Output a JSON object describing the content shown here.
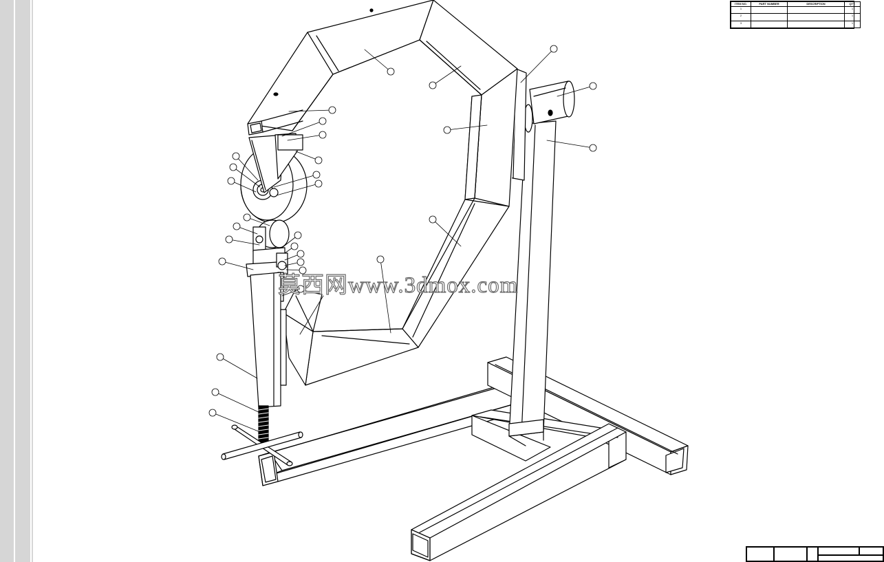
{
  "drawing": {
    "watermark": "莫西网www.3dmox.com"
  },
  "bom": {
    "headers": [
      "ITEM NO.",
      "PART NUMBER",
      "DESCRIPTION",
      "QTY."
    ],
    "rows": [
      {
        "item": "1",
        "part": "",
        "desc": "",
        "qty": "1"
      },
      {
        "item": "2",
        "part": "",
        "desc": "",
        "qty": "1"
      },
      {
        "item": "3",
        "part": "",
        "desc": "",
        "qty": "1"
      }
    ]
  },
  "balloons": [
    {
      "id": "b1",
      "label": ""
    },
    {
      "id": "b2",
      "label": ""
    },
    {
      "id": "b3",
      "label": ""
    },
    {
      "id": "b4",
      "label": ""
    },
    {
      "id": "b5",
      "label": ""
    },
    {
      "id": "b6",
      "label": ""
    },
    {
      "id": "b7",
      "label": ""
    },
    {
      "id": "b8",
      "label": ""
    },
    {
      "id": "b9",
      "label": ""
    },
    {
      "id": "b10",
      "label": ""
    },
    {
      "id": "b11",
      "label": ""
    },
    {
      "id": "b12",
      "label": ""
    },
    {
      "id": "b13",
      "label": ""
    },
    {
      "id": "b14",
      "label": ""
    },
    {
      "id": "b15",
      "label": ""
    },
    {
      "id": "b16",
      "label": ""
    },
    {
      "id": "b17",
      "label": ""
    },
    {
      "id": "b18",
      "label": ""
    },
    {
      "id": "b19",
      "label": ""
    },
    {
      "id": "b20",
      "label": ""
    },
    {
      "id": "b21",
      "label": ""
    },
    {
      "id": "b22",
      "label": ""
    },
    {
      "id": "b23",
      "label": ""
    },
    {
      "id": "b24",
      "label": ""
    },
    {
      "id": "b25",
      "label": ""
    },
    {
      "id": "b26",
      "label": ""
    },
    {
      "id": "b27",
      "label": ""
    },
    {
      "id": "b28",
      "label": ""
    },
    {
      "id": "b29",
      "label": ""
    },
    {
      "id": "b30",
      "label": ""
    }
  ],
  "colors": {
    "line": "#000000",
    "paper": "#ffffff",
    "margin": "#d6d6d6"
  }
}
